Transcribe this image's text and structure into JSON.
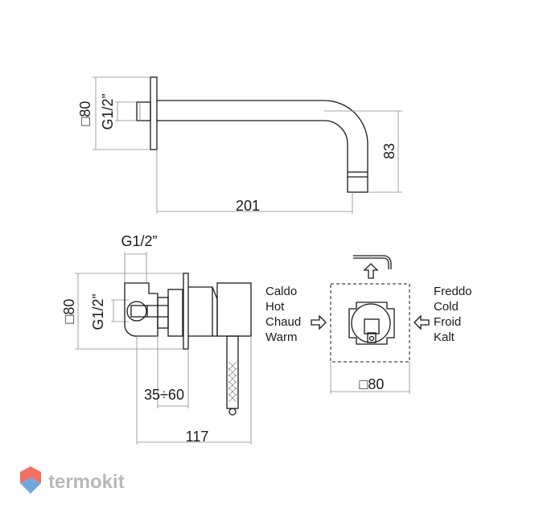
{
  "spout_view": {
    "dim_square": "□80",
    "dim_thread": "G1/2”",
    "dim_height": "83",
    "dim_length": "201"
  },
  "mixer_view": {
    "dim_thread_top": "G1/2”",
    "dim_square": "□80",
    "dim_thread_side": "G1/2”",
    "dim_depth": "35÷60",
    "dim_length": "117",
    "hot_labels": [
      "Caldo",
      "Hot",
      "Chaud",
      "Warm"
    ],
    "cold_labels": [
      "Freddo",
      "Cold",
      "Froid",
      "Kalt"
    ],
    "front_dim_square": "□80"
  },
  "watermark": {
    "brand": "termokit"
  },
  "colors": {
    "line": "#1a1a1a",
    "dim_line": "#8a8a8a",
    "logo_gray": "#b8b8b8",
    "logo_red": "#f26f63",
    "logo_blue": "#6fa8dc"
  }
}
